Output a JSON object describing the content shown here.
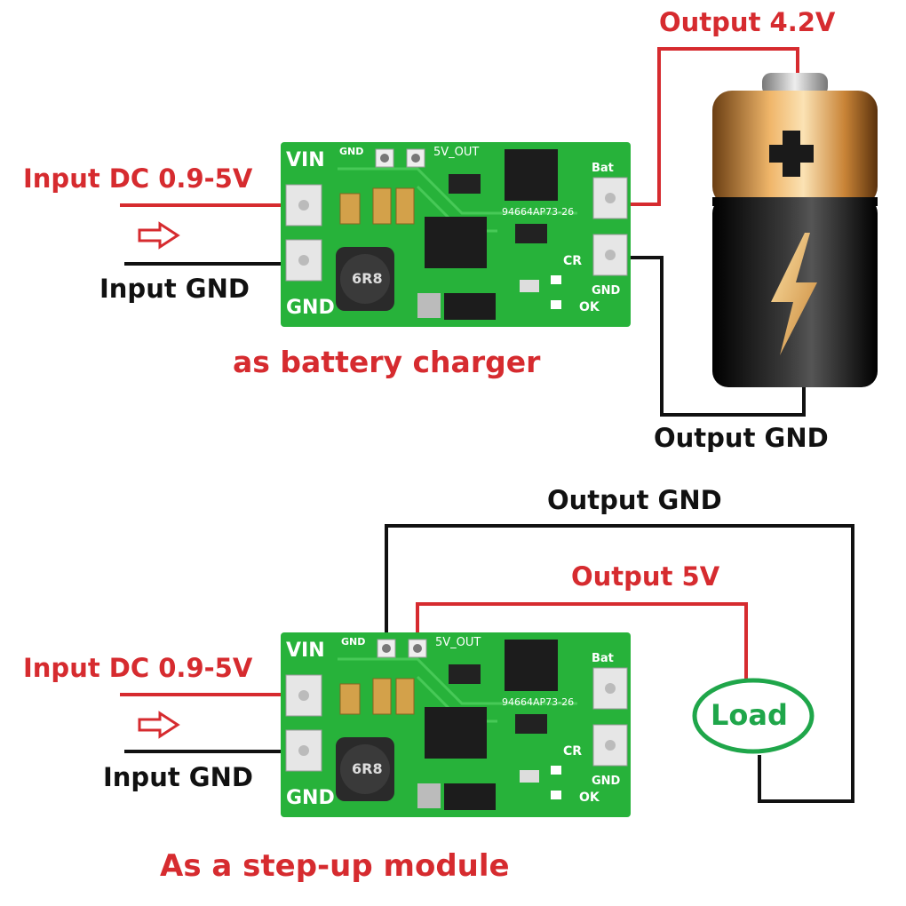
{
  "colors": {
    "red_wire": "#d62b2f",
    "black_wire": "#111111",
    "pcb_green": "#27b23a",
    "load_green": "#1fa64a"
  },
  "top": {
    "input_dc": "Input DC 0.9-5V",
    "input_gnd": "Input GND",
    "output_voltage": "Output 4.2V",
    "output_gnd": "Output GND",
    "caption": "as battery charger"
  },
  "bottom": {
    "input_dc": "Input DC 0.9-5V",
    "input_gnd": "Input GND",
    "output_gnd": "Output GND",
    "output_voltage": "Output 5V",
    "load": "Load",
    "caption": "As a step-up module"
  },
  "board": {
    "vin": "VIN",
    "gnd": "GND",
    "gnd_small": "GND",
    "five_v_out": "5V_OUT",
    "bat": "Bat",
    "cr": "CR",
    "ok": "OK",
    "gnd_right": "GND",
    "chip_code": "94664AP73-26",
    "inductor": "6R8"
  },
  "icons": {
    "arrow": "right-arrow-icon",
    "battery": "battery-icon",
    "plus": "plus-icon",
    "bolt": "lightning-bolt-icon"
  }
}
